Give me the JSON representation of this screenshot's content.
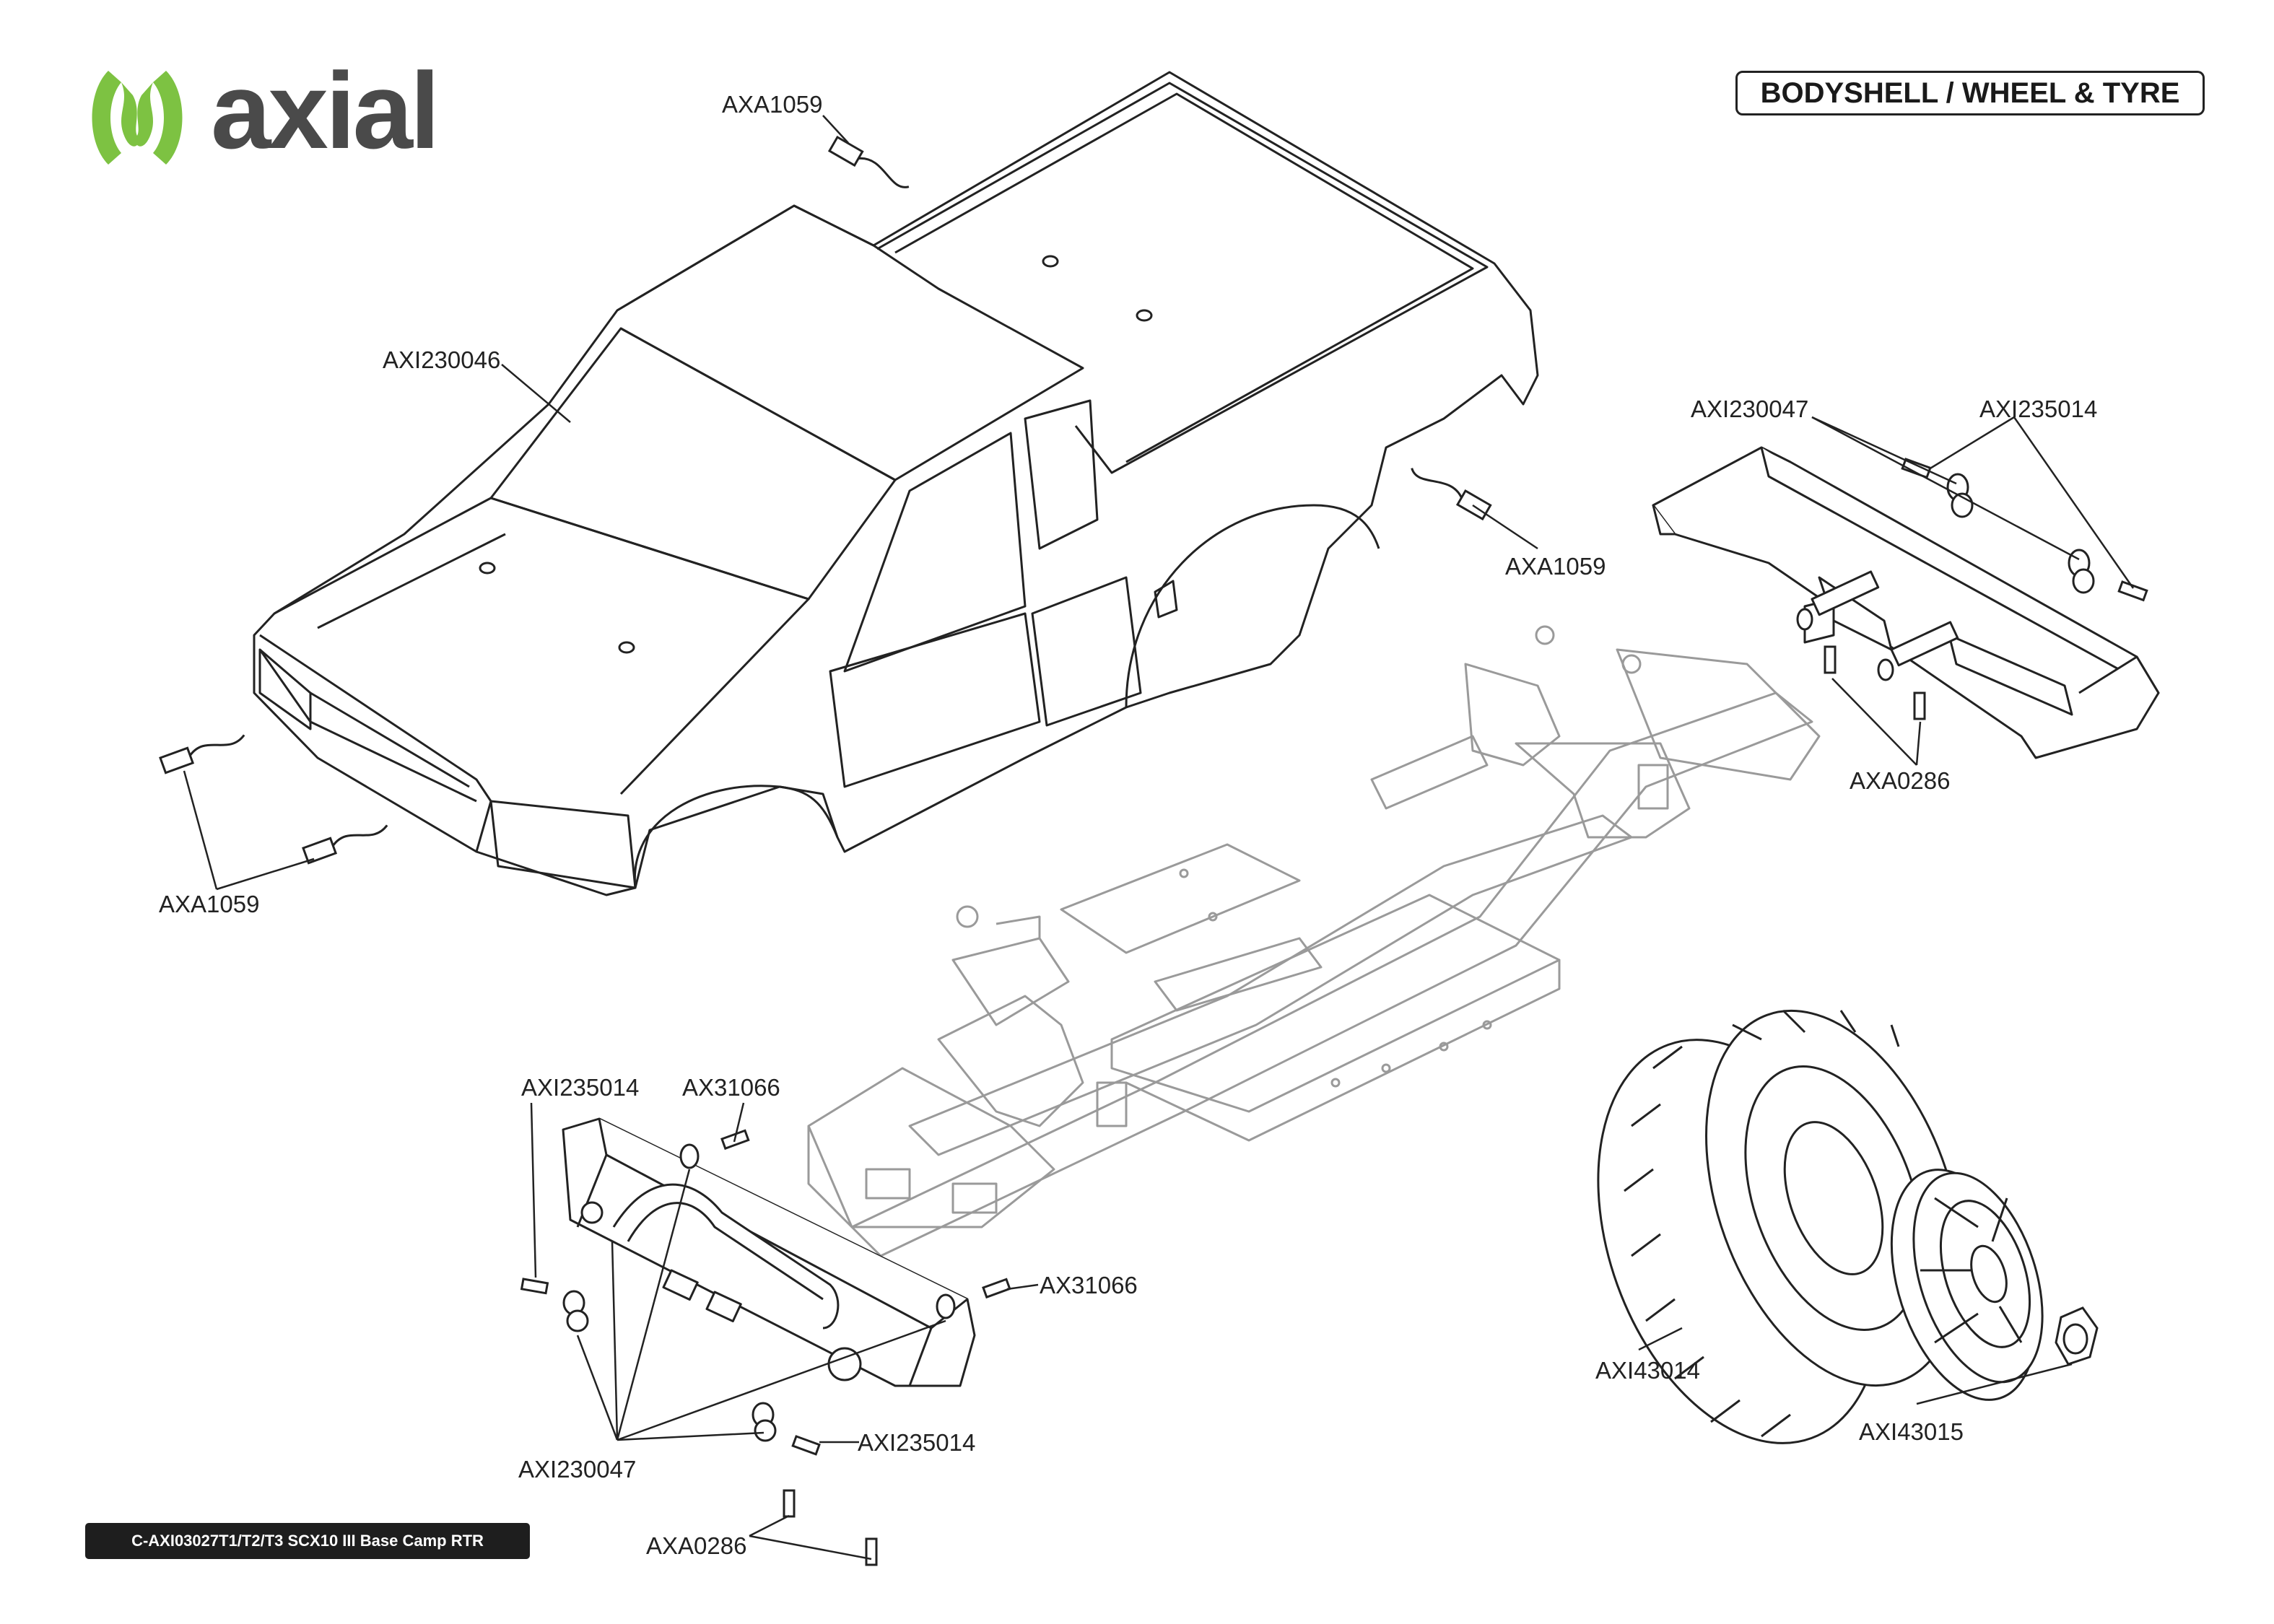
{
  "header": {
    "brand": "axial",
    "section_title": "BODYSHELL / WHEEL & TYRE"
  },
  "footer": {
    "model_code": "C-AXI03027T1/T2/T3 SCX10 III Base Camp RTR"
  },
  "colors": {
    "brand_green": "#7dc242",
    "brand_gray": "#4a4a4a",
    "line": "#222222",
    "chassis_line": "#9a9a9a"
  },
  "parts": {
    "body_clip_top": "AXA1059",
    "body_shell": "AXI230046",
    "body_clip_right": "AXA1059",
    "body_clip_left": "AXA1059",
    "rear_bumper": "AXI230047",
    "rear_shackle": "AXI235014",
    "rear_screw": "AXA0286",
    "front_shackle_top": "AXI235014",
    "front_screw_top": "AX31066",
    "front_screw_side": "AX31066",
    "front_bumper": "AXI230047",
    "front_shackle_bottom": "AXI235014",
    "front_screw_bottom": "AXA0286",
    "tire": "AXI43014",
    "wheel": "AXI43015"
  }
}
